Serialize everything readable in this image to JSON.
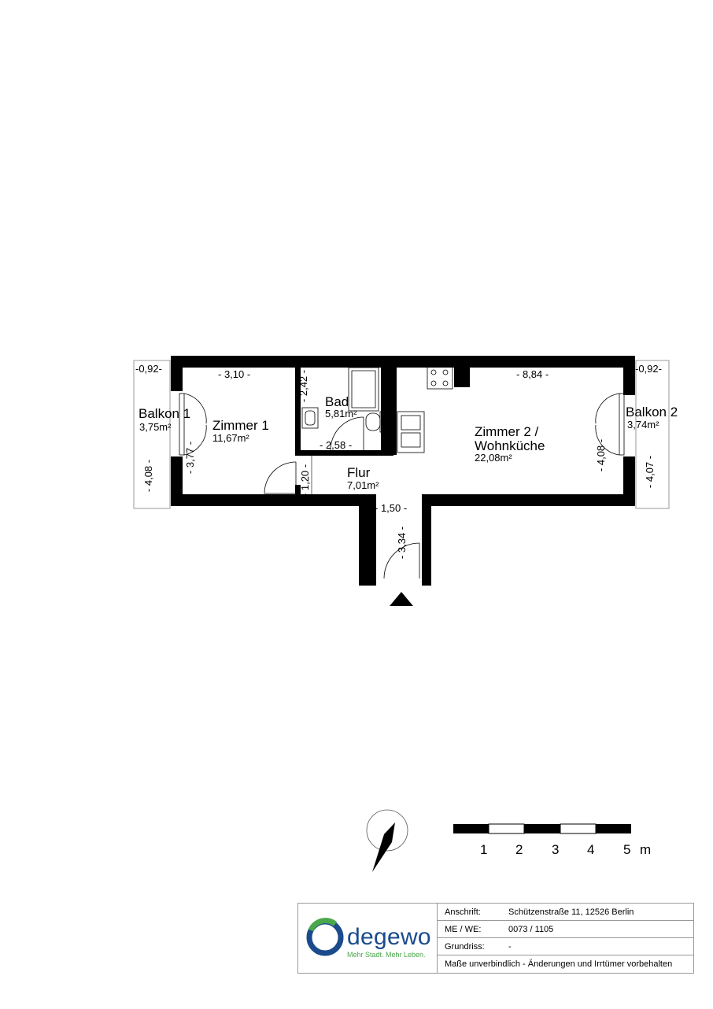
{
  "rooms": [
    {
      "name": "Balkon 1",
      "area": "3,75m²"
    },
    {
      "name": "Zimmer 1",
      "area": "11,67m²"
    },
    {
      "name": "Bad",
      "area": "5,81m²"
    },
    {
      "name": "Flur",
      "area": "7,01m²"
    },
    {
      "name": "Zimmer 2 /",
      "name2": "Wohnküche",
      "area": "22,08m²"
    },
    {
      "name": "Balkon 2",
      "area": "3,74m²"
    }
  ],
  "dimensions": {
    "balkon1_width": "-0,92-",
    "zimmer1_width": "- 3,10 -",
    "bad_height": "- 2,42 -",
    "bad_width": "- 2,58 -",
    "zimmer2_width": "- 8,84 -",
    "balkon2_width": "-0,92-",
    "balkon1_length": "- 4,08 -",
    "zimmer1_depth": "- 3,77 -",
    "flur_height": "- 1,20 -",
    "flur_width": "- 1,50 -",
    "entry_length": "- 3,34 -",
    "zimmer2_depth": "- 4,08 -",
    "balkon2_length": "- 4,07 -"
  },
  "scale": {
    "labels": [
      "1",
      "2",
      "3",
      "4",
      "5"
    ],
    "unit": "m"
  },
  "title_block": {
    "logo_name": "degewo",
    "logo_slogan": "Mehr Stadt. Mehr Leben.",
    "rows": [
      {
        "key": "Anschrift:",
        "value": "Schützenstraße 11, 12526 Berlin"
      },
      {
        "key": "ME / WE:",
        "value": "0073 / 1105"
      },
      {
        "key": "Grundriss:",
        "value": "-"
      }
    ],
    "disclaimer": "Maße unverbindlich - Änderungen und Irrtümer vorbehalten"
  },
  "colors": {
    "wall": "#000000",
    "brand_blue": "#1a4b8c",
    "brand_green": "#4aa84a",
    "line_grey": "#999999"
  }
}
